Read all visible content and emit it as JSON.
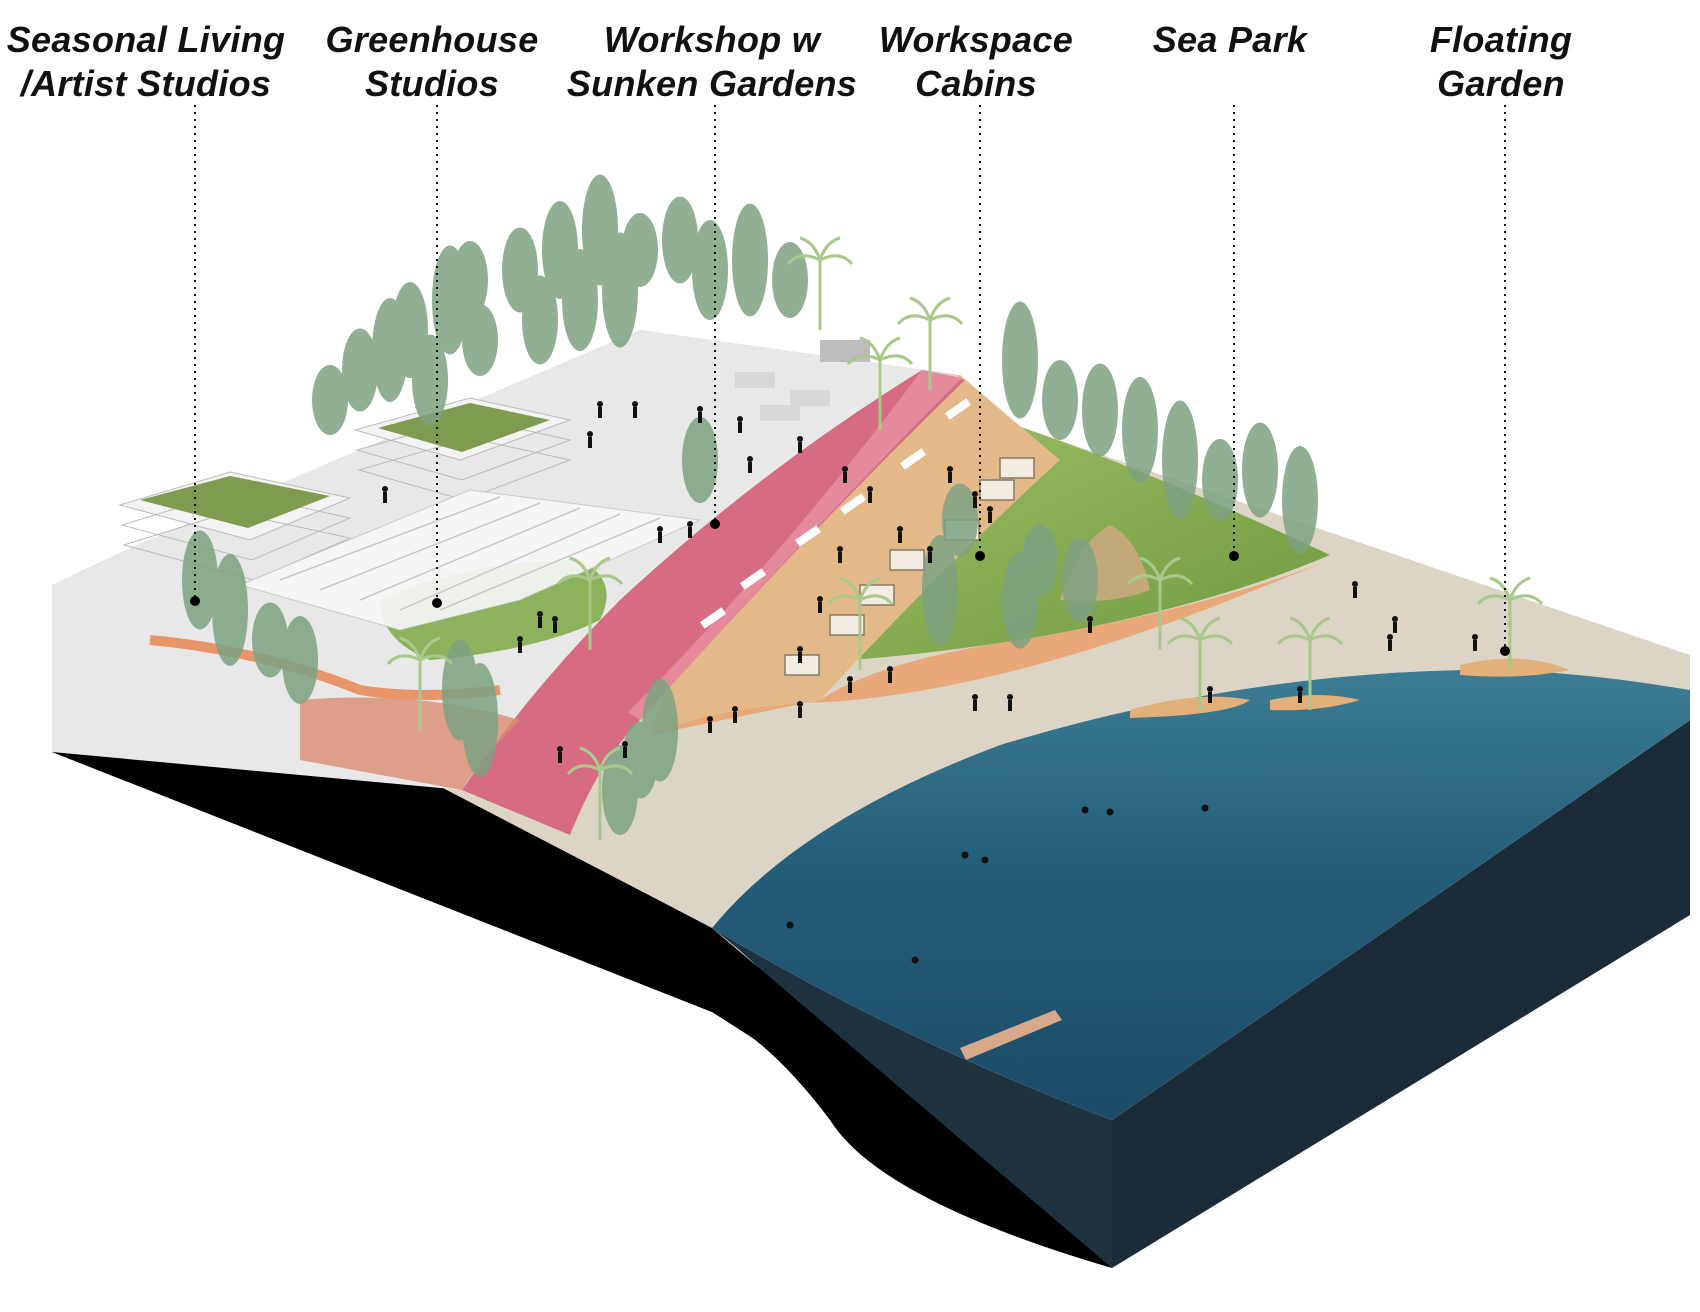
{
  "callouts": [
    {
      "id": "seasonal-living",
      "lines": [
        "Seasonal Living",
        "/Artist Studios"
      ]
    },
    {
      "id": "greenhouse-studios",
      "lines": [
        "Greenhouse",
        "Studios"
      ]
    },
    {
      "id": "workshop-sunken-gardens",
      "lines": [
        "Workshop w",
        "Sunken Gardens"
      ]
    },
    {
      "id": "workspace-cabins",
      "lines": [
        "Workspace",
        "Cabins"
      ]
    },
    {
      "id": "sea-park",
      "lines": [
        "Sea Park"
      ]
    },
    {
      "id": "floating-garden",
      "lines": [
        "Floating",
        "Garden"
      ]
    }
  ],
  "colors": {
    "side_land": "#000000",
    "side_water": "#1e3240",
    "water": "#1f5470",
    "water_light": "#3d7d93",
    "sand": "#dad3c4",
    "promenade": "#e4b98a",
    "bike_lane": "#d66b83",
    "bike_lane_edge": "#bf5270",
    "plaza": "#e8e8e8",
    "lawn": "#8fb35a",
    "green_roof": "#7e9b4f",
    "tree": "#7da281",
    "palm": "#a9c98b"
  }
}
